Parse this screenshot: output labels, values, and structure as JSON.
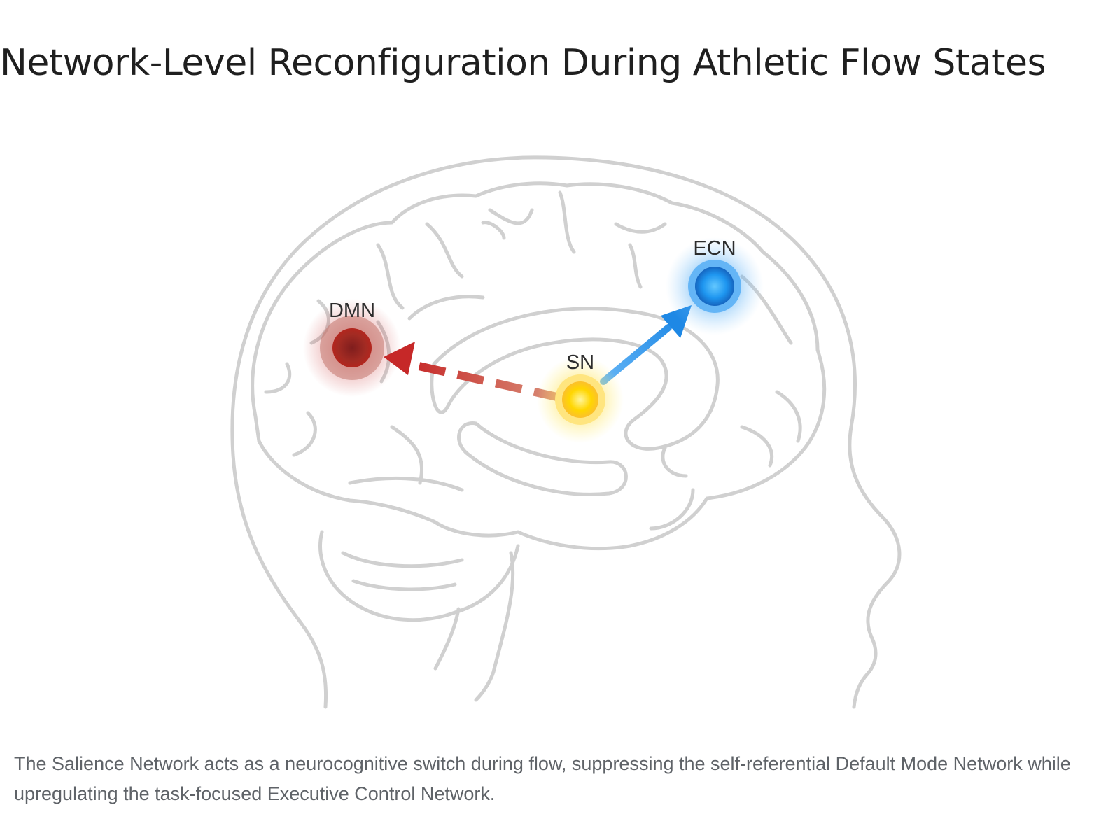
{
  "title": "Network-Level Reconfiguration During Athletic Flow States",
  "caption": "The Salience Network acts as a neurocognitive switch during flow, suppressing the self-referential Default Mode Network while upregulating the task-focused Executive Control Network.",
  "nodes": {
    "dmn": {
      "label": "DMN",
      "color": "#b3261e"
    },
    "sn": {
      "label": "SN",
      "color": "#fbc02d"
    },
    "ecn": {
      "label": "ECN",
      "color": "#1e88e5"
    }
  },
  "connections": {
    "sn_to_dmn": {
      "style": "dashed",
      "color": "#c62828"
    },
    "sn_to_ecn": {
      "style": "solid",
      "color": "#1e88e5"
    }
  },
  "colors": {
    "outline": "#d0d0d0",
    "title": "#1f1f1f",
    "caption": "#5f6368"
  }
}
